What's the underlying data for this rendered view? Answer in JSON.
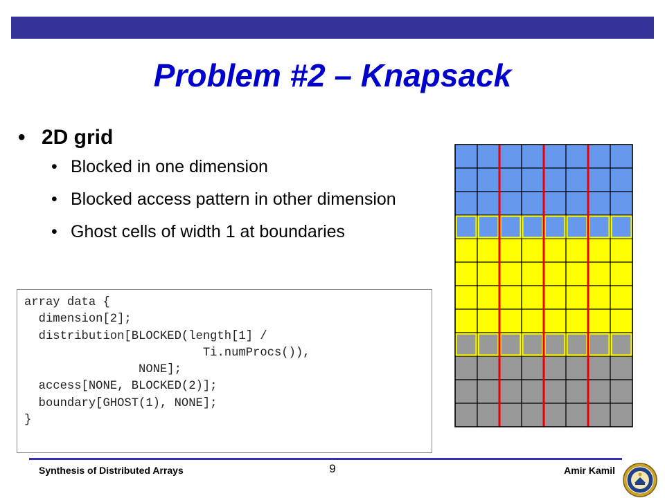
{
  "slide": {
    "title": "Problem #2 – Knapsack",
    "bullet": "2D grid",
    "sub_bullets": [
      "Blocked in one dimension",
      "Blocked access pattern in other dimension",
      "Ghost cells of width 1 at boundaries"
    ],
    "code": "array data {\n  dimension[2];\n  distribution[BLOCKED(length[1] /\n                         Ti.numProcs()),\n                NONE];\n  access[NONE, BLOCKED(2)];\n  boundary[GHOST(1), NONE];\n}"
  },
  "grid": {
    "rows": 12,
    "cols": 8,
    "row_colors": [
      "#6699ee",
      "#6699ee",
      "#6699ee",
      "#6699ee",
      "#ffff00",
      "#ffff00",
      "#ffff00",
      "#ffff00",
      "#999999",
      "#999999",
      "#999999",
      "#999999"
    ],
    "ghost_rows": [
      3,
      8
    ],
    "red_boundaries": [
      2,
      4,
      6
    ],
    "colors": {
      "blue": "#6699ee",
      "yellow": "#ffff00",
      "gray": "#999999",
      "red": "#ee0000",
      "ghost_outline": "#ffff00",
      "grid_line": "#000000"
    }
  },
  "footer": {
    "left": "Synthesis of Distributed Arrays",
    "page_number": "9",
    "right": "Amir Kamil"
  },
  "seal_icon": "university-seal-icon"
}
